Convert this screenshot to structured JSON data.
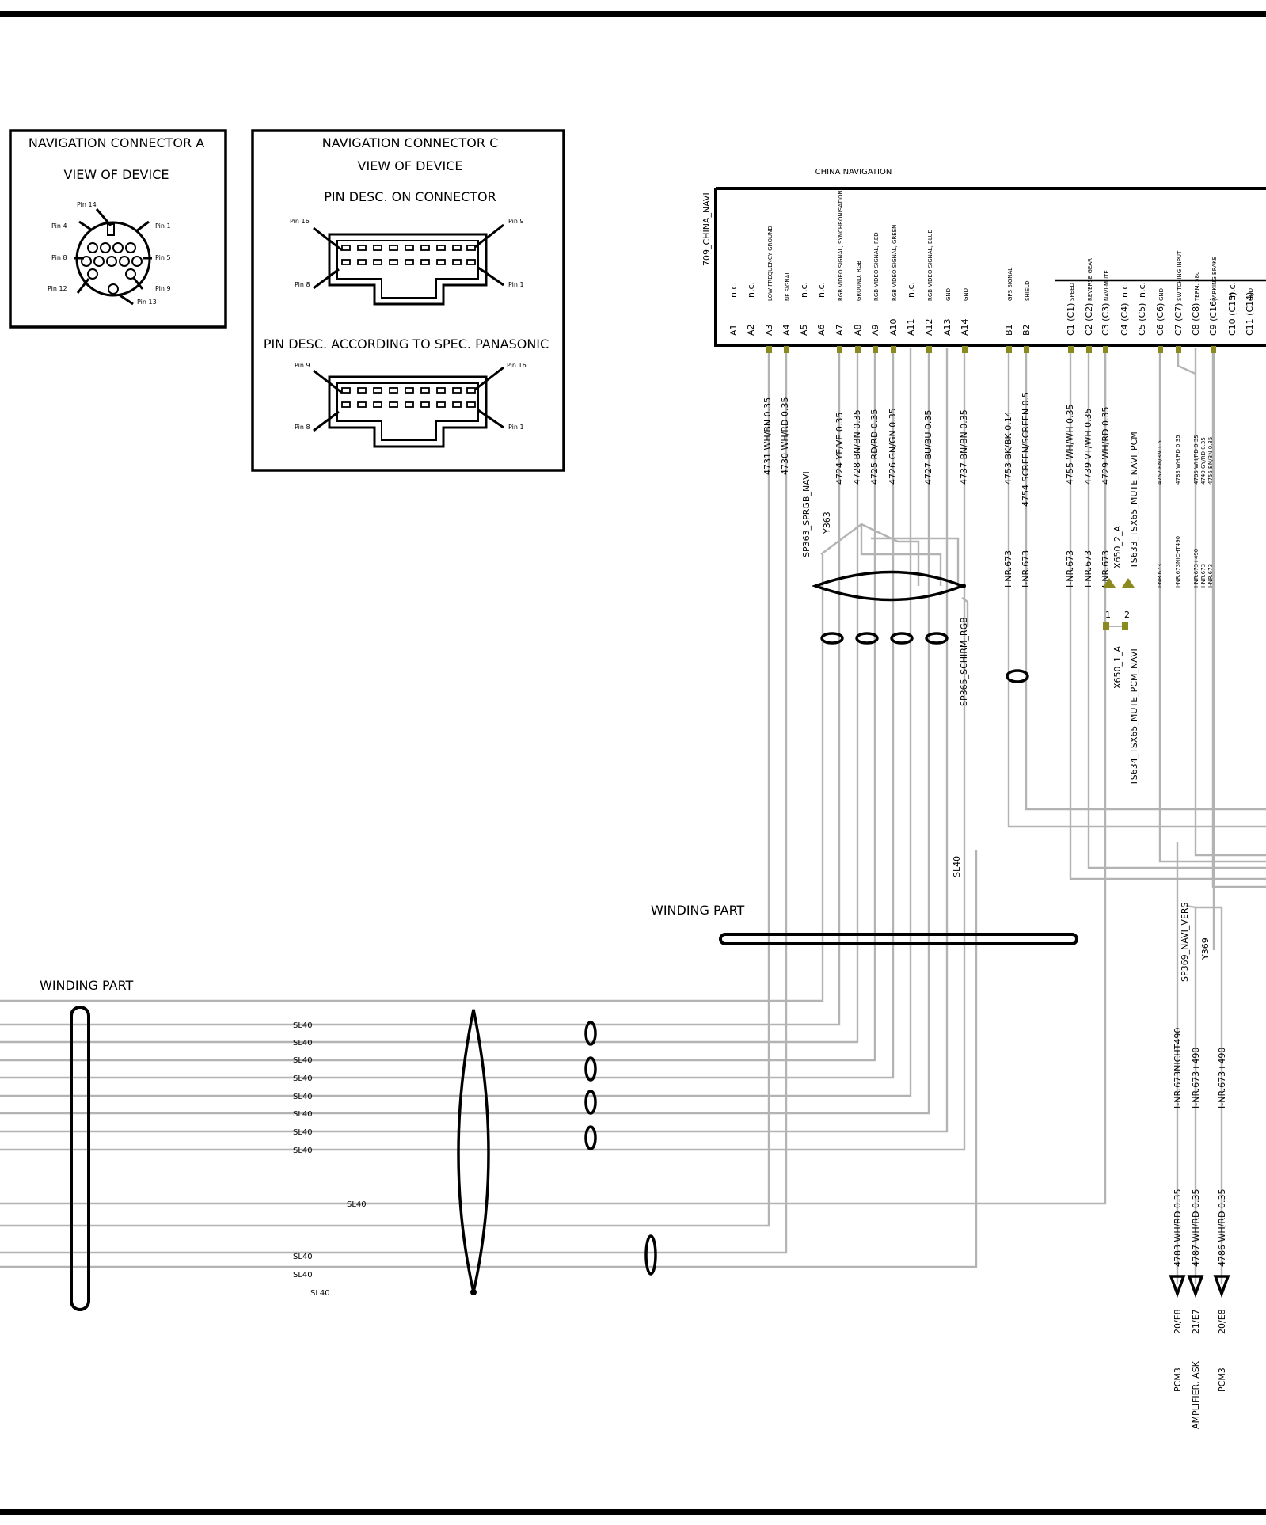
{
  "connector_a": {
    "title": "NAVIGATION CONNECTOR A",
    "subtitle": "VIEW OF DEVICE",
    "pins": [
      "Pin 14",
      "Pin 4",
      "Pin 1",
      "Pin 8",
      "Pin 5",
      "Pin 12",
      "Pin 9",
      "Pin 13"
    ]
  },
  "connector_c": {
    "title": "NAVIGATION CONNECTOR C",
    "subtitle": "VIEW OF DEVICE",
    "desc1": "PIN DESC. ON CONNECTOR",
    "desc2": "PIN DESC. ACCORDING TO SPEC. PANASONIC",
    "pins_top": [
      "Pin 16",
      "Pin 9",
      "Pin 8",
      "Pin 1"
    ],
    "pins_bottom": [
      "Pin 9",
      "Pin 16",
      "Pin 8",
      "Pin 1"
    ]
  },
  "navi_unit": {
    "title": "CHINA NAVIGATION",
    "ref": "709_CHINA_NAVI",
    "pins": [
      {
        "id": "A1",
        "desc": "n.c."
      },
      {
        "id": "A2",
        "desc": "n.c."
      },
      {
        "id": "A3",
        "desc": "LOW FREQUENCY GROUND"
      },
      {
        "id": "A4",
        "desc": "NF SIGNAL"
      },
      {
        "id": "A5",
        "desc": "n.c."
      },
      {
        "id": "A6",
        "desc": "n.c."
      },
      {
        "id": "A7",
        "desc": "RGB VIDEO SIGNAL, SYNCHRONISATION"
      },
      {
        "id": "A8",
        "desc": "GROUND, RGB"
      },
      {
        "id": "A9",
        "desc": "RGB VIDEO SIGNAL, RED"
      },
      {
        "id": "A10",
        "desc": "RGB VIDEO SIGNAL, GREEN"
      },
      {
        "id": "A11",
        "desc": "n.c."
      },
      {
        "id": "A12",
        "desc": "RGB VIDEO SIGNAL, BLUE"
      },
      {
        "id": "A13",
        "desc": "GND"
      },
      {
        "id": "A14",
        "desc": "GND"
      },
      {
        "id": "B1",
        "desc": "GPS SIGNAL"
      },
      {
        "id": "B2",
        "desc": "SHIELD"
      },
      {
        "id": "C1  (C1)",
        "desc": "SPEED"
      },
      {
        "id": "C2  (C2)",
        "desc": "REVERSE GEAR"
      },
      {
        "id": "C3  (C3)",
        "desc": "NAVI-MUTE"
      },
      {
        "id": "C4  (C4)",
        "desc": "n.c."
      },
      {
        "id": "C5  (C5)",
        "desc": "n.c."
      },
      {
        "id": "C6  (C6)",
        "desc": "GND"
      },
      {
        "id": "C7  (C7)",
        "desc": "SWITCHING INPUT"
      },
      {
        "id": "C8  (C8)",
        "desc": "TERM. 58d"
      },
      {
        "id": "C9  (C16)",
        "desc": "PARKING BRAKE"
      },
      {
        "id": "C10 (C15)",
        "desc": "n.c."
      },
      {
        "id": "C11 (C14)",
        "desc": "GND"
      }
    ]
  },
  "wire_labels": [
    "4731 WH/BN 0.35",
    "4730 WH/RD 0.35",
    "4724 YE/VE 0.35",
    "4728 BN/BN 0.35",
    "4725 RD/RD 0.35",
    "4726 GN/GN 0.35",
    "4727 BU/BU 0.35",
    "4737 BN/BN 0.35",
    "4753 BK/BK 0.14",
    "4754 SCREEN/SCREEN 0.5",
    "4755 WH/WH 0.35",
    "4739 VT/WH 0.35",
    "4729 WH/RD 0.35",
    "4752 BN/BN 1.5",
    "4783 WH/RD 0.35",
    "4785 WH/RD 0.35",
    "4740 GY/RD 0.35",
    "4756 BN/BN 0.35"
  ],
  "splices": {
    "sp363": "SP363_SPRGB_NAVI",
    "y363": "Y363",
    "sp365": "SP365_SCHIRM_RGB",
    "sp369": "SP369_NAVI_VERS",
    "y369": "Y369",
    "sl40_vertical": "SL40"
  },
  "connectors": {
    "x650_2": "X650_2_A",
    "ts633": "TS633_TSX65_MUTE_NAVI_PCM",
    "x650_1": "X650_1_A",
    "ts634": "TS634_TSX65_MUTE_PCM_NAVI",
    "pin1": "1",
    "pin2": "2"
  },
  "inr_labels": [
    "I-NR.673",
    "I-NR.673NICHT490",
    "I-NR.673+490"
  ],
  "winding_parts": [
    "WINDING PART",
    "WINDING PART"
  ],
  "sl40_labels": [
    "SL40",
    "SL40",
    "SL40",
    "SL40",
    "SL40",
    "SL40",
    "SL40",
    "SL40",
    "SL40",
    "SL40",
    "SL40",
    "SL40"
  ],
  "outputs": [
    {
      "wire": "4783 WH/RD 0.35",
      "loc": "20/E8",
      "dest": "PCM3",
      "inr": "I-NR.673NICHT490"
    },
    {
      "wire": "4787 WH/RD 0.35",
      "loc": "21/E7",
      "dest": "AMPLIFIER, ASK",
      "inr": "I-NR.673+490"
    },
    {
      "wire": "4786 WH/RD 0.35",
      "loc": "20/E8",
      "dest": "PCM3",
      "inr": "I-NR.673+490"
    }
  ]
}
